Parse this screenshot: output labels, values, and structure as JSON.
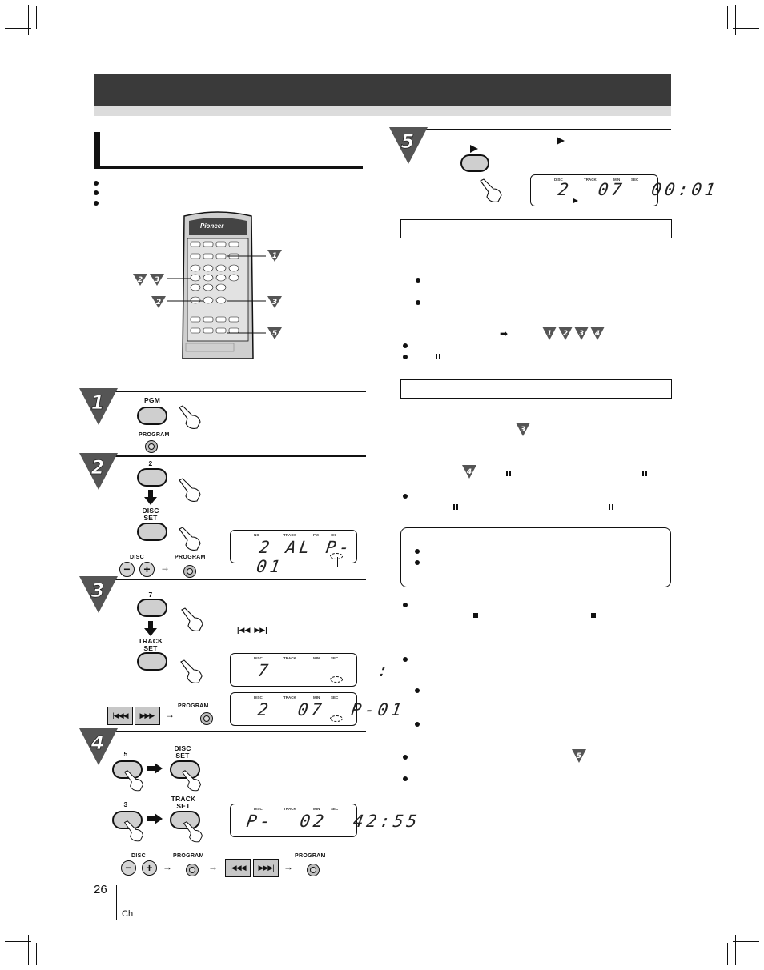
{
  "page": {
    "number": "26",
    "lang_code": "Ch"
  },
  "remote": {
    "brand": "Pioneer"
  },
  "step_badges": [
    "1",
    "2",
    "3",
    "4",
    "5"
  ],
  "buttons": {
    "pgm": "PGM",
    "two": "2",
    "disc_set": "DISC\nSET",
    "seven": "7",
    "track_set": "TRACK\nSET",
    "five": "5",
    "three": "3",
    "program": "PROGRAM",
    "disc": "DISC",
    "minus": "−",
    "plus": "+",
    "prev_icon": "|◀◀  ▶▶|"
  },
  "displays": {
    "step5": {
      "headers": [
        "DISC",
        "TRACK",
        "MIN",
        "SEC"
      ],
      "text": "2  07  00:01"
    },
    "step2": {
      "headers": [
        "NO",
        "TRACK",
        "PM",
        "CK"
      ],
      "text": "2  AL  P-01"
    },
    "step3a": {
      "headers": [
        "DISC",
        "TRACK",
        "MIN",
        "SEC"
      ],
      "text": "7        :"
    },
    "step3b": {
      "headers": [
        "DISC",
        "TRACK",
        "MIN",
        "SEC"
      ],
      "text": "2  07  P-01"
    },
    "step4": {
      "headers": [
        "DISC",
        "TRACK",
        "MIN",
        "SEC"
      ],
      "text": "P-  02  42:55"
    }
  },
  "icons": {
    "play": "play-icon",
    "pause": "pause-icon",
    "stop": "stop-icon",
    "arrow": "arrow-right-icon",
    "down_arrow": "arrow-down-icon",
    "skip": "skip-icon",
    "hand": "pointing-hand-icon"
  }
}
